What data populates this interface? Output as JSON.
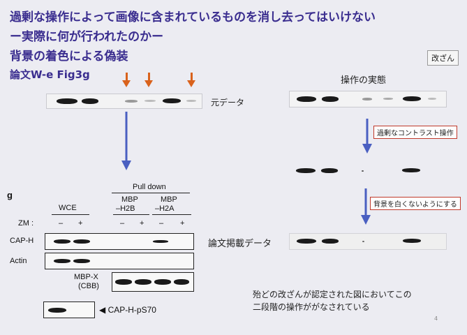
{
  "slide": {
    "title_line1": "過剰な操作によって画像に含まれているものを消し去ってはいけない",
    "title_line2": "ー実際に何が行われたのかー",
    "title_line3": "背景の着色による偽装",
    "title_line4": "論文W-e Fig3g",
    "tag": "改ざん",
    "original_data_label": "元データ",
    "actual_operation_label": "操作の実態",
    "step1_label": "過剰なコントラスト操作",
    "step2_label": "背景を白くないようにする",
    "published_label": "論文掲載データ",
    "note_line1": "殆どの改ざんが認定された図においてこの",
    "note_line2": "二段階の操作ががなされている",
    "page_number": "4"
  },
  "figure": {
    "panel_letter": "g",
    "pull_down": "Pull down",
    "wce": "WCE",
    "mbp_h2b": [
      "MBP",
      "–H2B"
    ],
    "mbp_h2a": [
      "MBP",
      "–H2A"
    ],
    "zm_label": "ZM :",
    "zm_signs": [
      "–",
      "+",
      "–",
      "+",
      "–",
      "+"
    ],
    "row_cap_h": "CAP-H",
    "row_actin": "Actin",
    "row_mbp_x": [
      "MBP-X",
      "(CBB)"
    ],
    "row_ps70": "◀ CAP-H-pS70"
  }
}
